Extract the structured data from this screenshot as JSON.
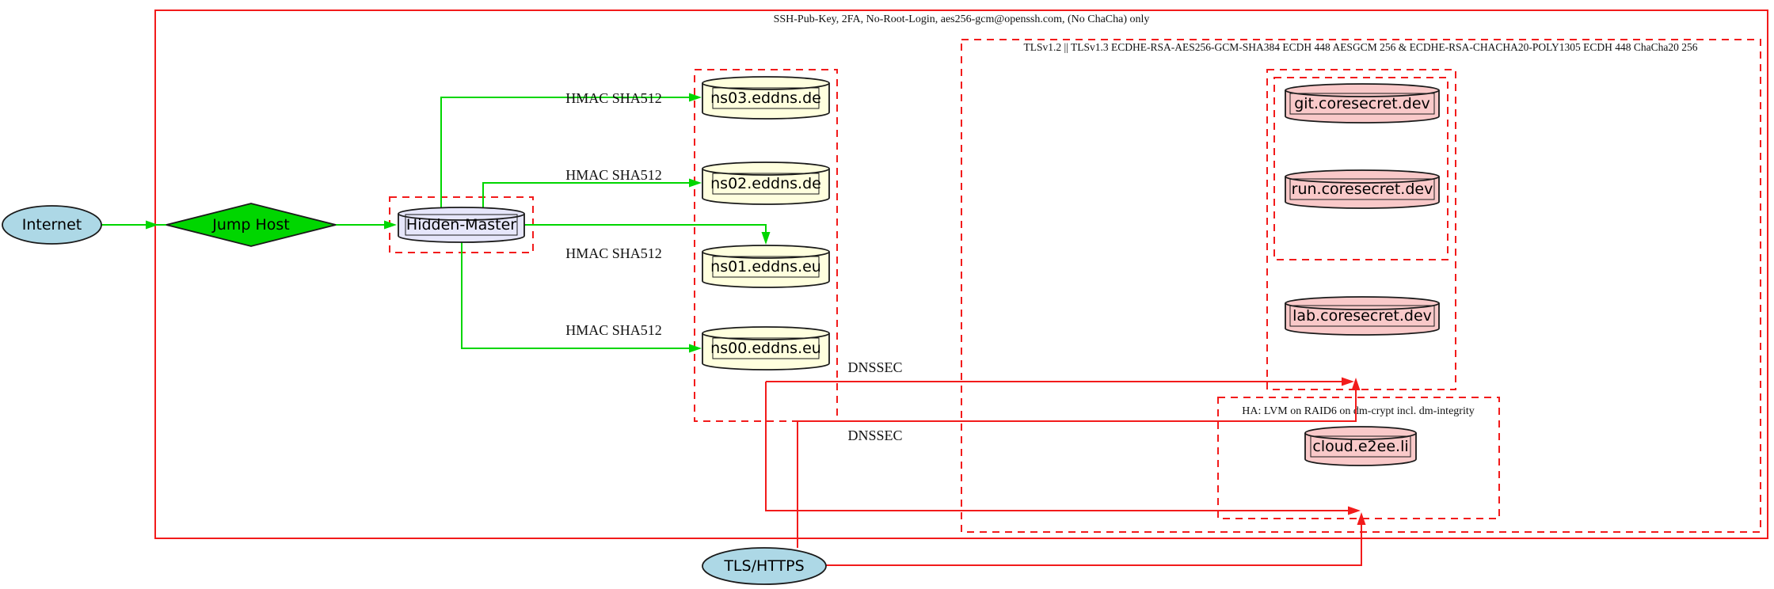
{
  "diagram": {
    "title_hint": "DNS / hosting security topology diagram",
    "clusters": {
      "ssh": {
        "label": "SSH-Pub-Key, 2FA, No-Root-Login, aes256-gcm@openssh.com, (No ChaCha) only"
      },
      "tls": {
        "label": "TLSv1.2 || TLSv1.3 ECDHE-RSA-AES256-GCM-SHA384 ECDH 448 AESGCM 256 & ECDHE-RSA-CHACHA20-POLY1305 ECDH 448 ChaCha20 256"
      },
      "ha": {
        "label": "HA: LVM on RAID6 on dm-crypt incl. dm-integrity"
      }
    },
    "nodes": {
      "internet": {
        "label": "Internet"
      },
      "jump_host": {
        "label": "Jump Host"
      },
      "hidden_master": {
        "label": "Hidden-Master"
      },
      "ns03": {
        "label": "ns03.eddns.de"
      },
      "ns02": {
        "label": "ns02.eddns.de"
      },
      "ns01": {
        "label": "ns01.eddns.eu"
      },
      "ns00": {
        "label": "ns00.eddns.eu"
      },
      "git": {
        "label": "git.coresecret.dev"
      },
      "run": {
        "label": "run.coresecret.dev"
      },
      "lab": {
        "label": "lab.coresecret.dev"
      },
      "cloud": {
        "label": "cloud.e2ee.li"
      },
      "tls_https": {
        "label": "TLS/HTTPS"
      }
    },
    "edge_labels": {
      "hmac1": "HMAC SHA512",
      "hmac2": "HMAC SHA512",
      "hmac3": "HMAC SHA512",
      "hmac4": "HMAC SHA512",
      "dnssec1": "DNSSEC",
      "dnssec2": "DNSSEC"
    },
    "colors": {
      "red": "#f21b1b",
      "green": "#00d600",
      "lightblue": "#add8e6",
      "lavender": "#e6e6fa",
      "lightyellow": "#ffffde",
      "pink": "#f9c9c9",
      "stroke": "#1a1a1a"
    }
  }
}
